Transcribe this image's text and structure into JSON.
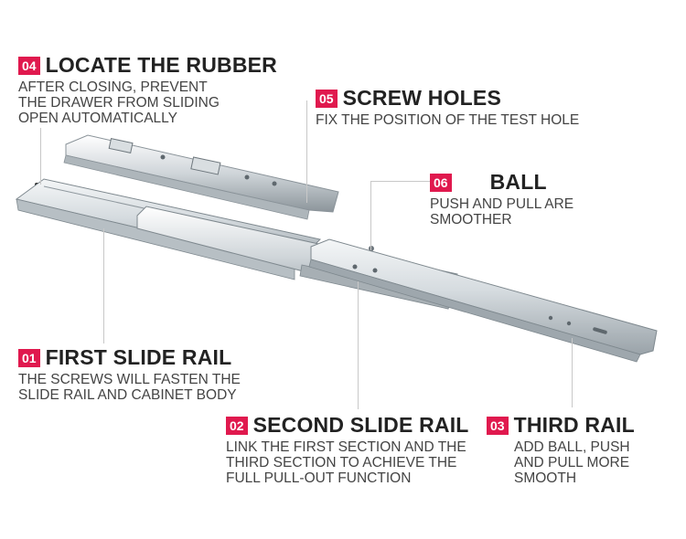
{
  "colors": {
    "badge": "#e0194e",
    "rail_light": "#e8ecef",
    "rail_mid": "#b9c1c6",
    "rail_dark": "#7e888e"
  },
  "callouts": {
    "c04": {
      "num": "04",
      "title": "LOCATE THE RUBBER",
      "desc": "AFTER CLOSING, PREVENT\nTHE DRAWER FROM SLIDING\nOPEN AUTOMATICALLY"
    },
    "c05": {
      "num": "05",
      "title": "SCREW HOLES",
      "desc": "FIX THE POSITION OF THE TEST HOLE"
    },
    "c06": {
      "num": "06",
      "title": "BALL",
      "desc": "PUSH AND PULL ARE\nSMOOTHER"
    },
    "c01": {
      "num": "01",
      "title": "FIRST SLIDE RAIL",
      "desc": "THE SCREWS WILL FASTEN THE\nSLIDE RAIL AND CABINET BODY"
    },
    "c02": {
      "num": "02",
      "title": "SECOND SLIDE RAIL",
      "desc": "LINK THE FIRST SECTION AND THE\nTHIRD SECTION TO ACHIEVE THE\nFULL PULL-OUT FUNCTION"
    },
    "c03": {
      "num": "03",
      "title": "THIRD RAIL",
      "desc": "ADD BALL, PUSH\nAND PULL MORE\nSMOOTH"
    }
  }
}
